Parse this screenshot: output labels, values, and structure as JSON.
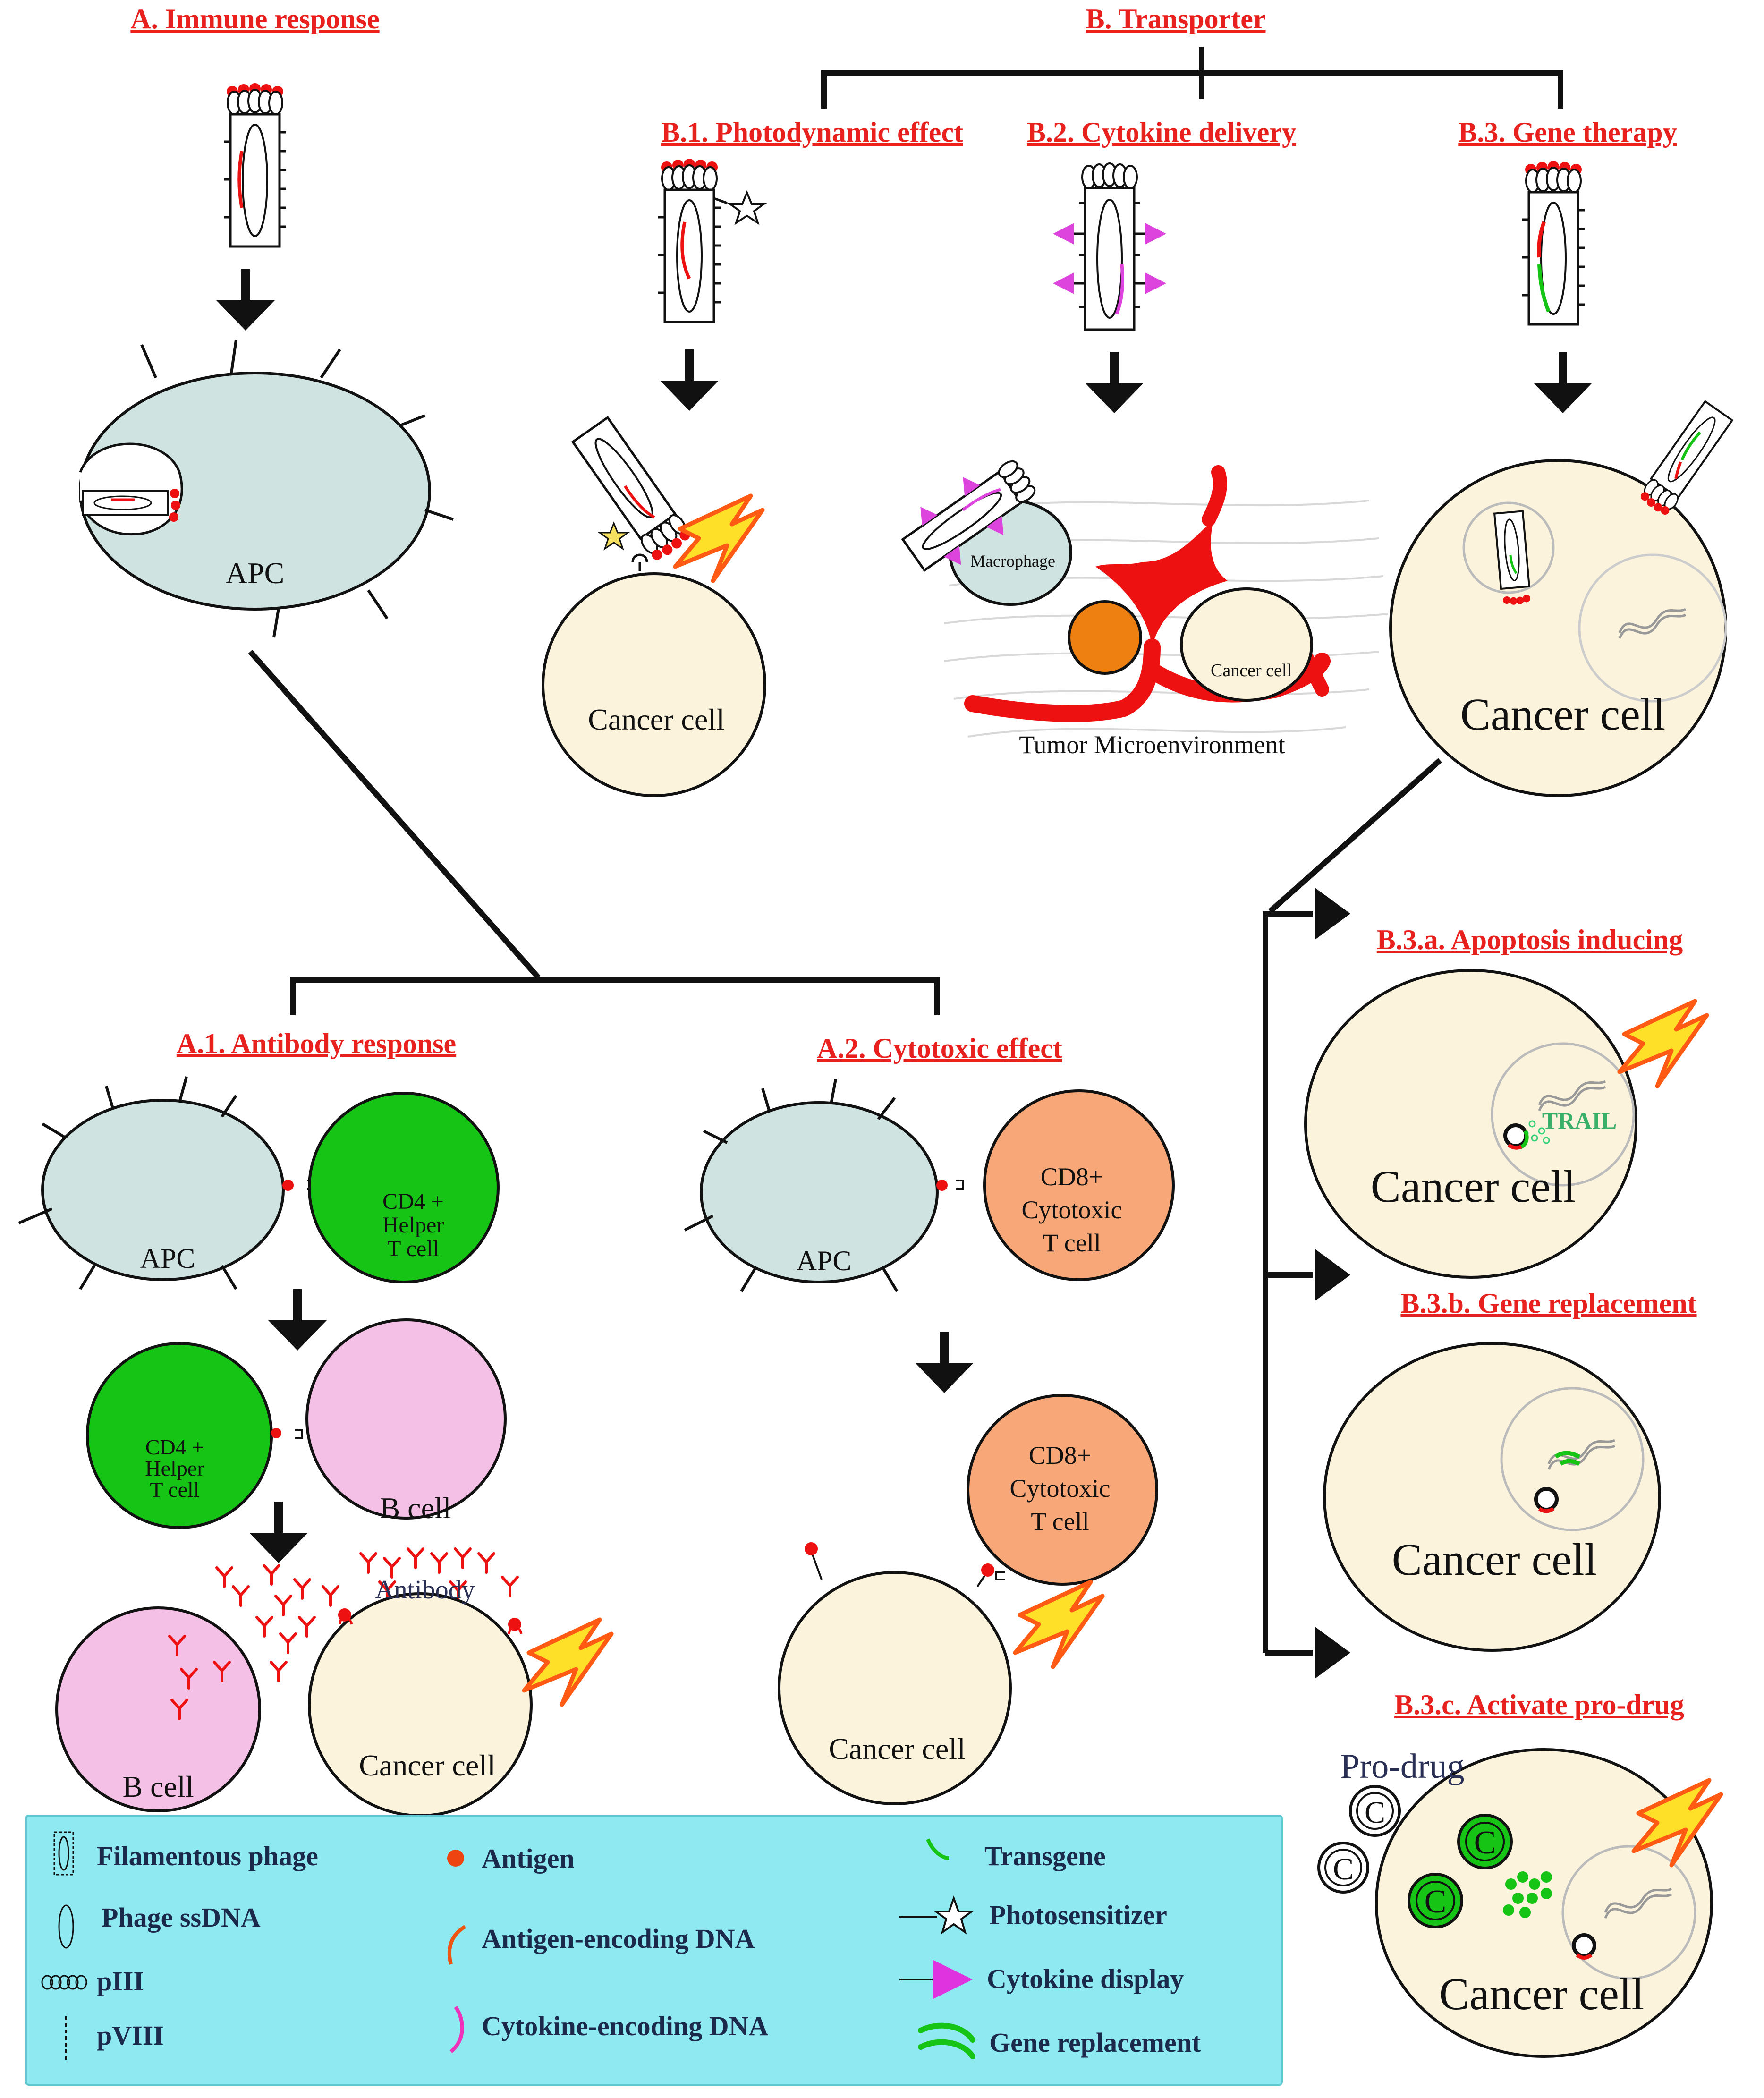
{
  "sections": {
    "A": {
      "title": "A. Immune response",
      "apc": "APC",
      "A1": {
        "title": "A.1. Antibody response",
        "apc": "APC",
        "cd4": [
          "CD4 +",
          "Helper",
          "T cell"
        ],
        "bcell": "B cell",
        "bcell2": "B cell",
        "antibody": "Antibody",
        "cancer": "Cancer cell"
      },
      "A2": {
        "title": "A.2. Cytotoxic effect",
        "apc": "APC",
        "cd8": [
          "CD8+",
          "Cytotoxic",
          "T cell"
        ],
        "cancer": "Cancer cell"
      }
    },
    "B": {
      "title": "B. Transporter",
      "B1": {
        "title": "B.1. Photodynamic effect",
        "cancer": "Cancer cell"
      },
      "B2": {
        "title": "B.2. Cytokine delivery",
        "macrophage": "Macrophage",
        "cancer": "Cancer cell",
        "tme": "Tumor Microenvironment"
      },
      "B3": {
        "title": "B.3. Gene therapy",
        "cancer": "Cancer cell",
        "a": {
          "title": "B.3.a. Apoptosis inducing",
          "trail": "TRAIL",
          "cancer": "Cancer cell"
        },
        "b": {
          "title": "B.3.b. Gene replacement",
          "cancer": "Cancer cell"
        },
        "c": {
          "title": "B.3.c.  Activate pro-drug",
          "prodrug": "Pro-drug",
          "drug_symbol": "C",
          "cancer": "Cancer cell"
        }
      }
    }
  },
  "legend": {
    "items": [
      {
        "label": "Filamentous phage",
        "icon": "filamentous-phage-icon"
      },
      {
        "label": "Phage ssDNA",
        "icon": "ssdna-icon"
      },
      {
        "label": "pIII",
        "icon": "piii-icon"
      },
      {
        "label": "pVIII",
        "icon": "pviii-icon"
      },
      {
        "label": "Antigen",
        "icon": "antigen-dot-icon"
      },
      {
        "label": "Antigen-encoding DNA",
        "icon": "antigen-dna-icon"
      },
      {
        "label": "Cytokine-encoding DNA",
        "icon": "cytokine-dna-icon"
      },
      {
        "label": "Transgene",
        "icon": "transgene-icon"
      },
      {
        "label": "Photosensitizer",
        "icon": "photosensitizer-star-icon"
      },
      {
        "label": "Cytokine display",
        "icon": "cytokine-triangle-icon"
      },
      {
        "label": "Gene replacement",
        "icon": "gene-replacement-icon"
      }
    ]
  },
  "colors": {
    "heading": "#e8211f",
    "apc": "#cfe3e1",
    "cancer": "#fbf3dc",
    "cd4": "#16c416",
    "cd8": "#f8a878",
    "bcell": "#f4c0e6",
    "legend_bg": "#8eeaf0",
    "cytokine": "#dd44dd",
    "vessel": "#ee1111",
    "bolt": "#ffe028"
  }
}
